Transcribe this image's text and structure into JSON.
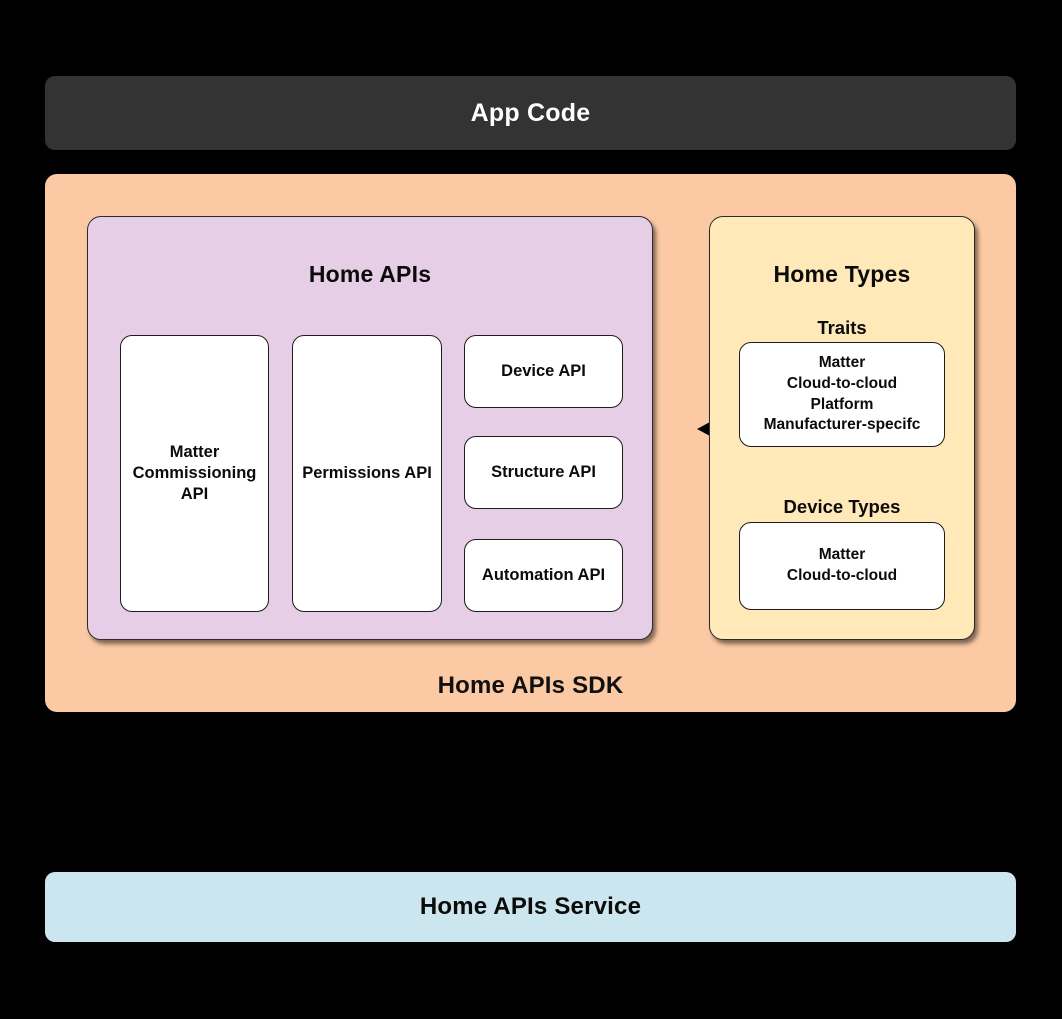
{
  "diagram": {
    "title": "Home APIs SDK architecture",
    "background_color": "#000000",
    "app_code": {
      "label": "App Code",
      "background_color": "#333333",
      "text_color": "#ffffff"
    },
    "sdk": {
      "caption": "Home APIs SDK",
      "background_color": "#fbc9a4"
    },
    "home_apis": {
      "title": "Home APIs",
      "background_color": "#e6cfe6",
      "cards": [
        {
          "id": "matter-commissioning-api",
          "label": "Matter\nCommissioning\nAPI"
        },
        {
          "id": "permissions-api",
          "label": "Permissions API"
        },
        {
          "id": "device-api",
          "label": "Device API"
        },
        {
          "id": "structure-api",
          "label": "Structure API"
        },
        {
          "id": "automation-api",
          "label": "Automation API"
        }
      ]
    },
    "home_types": {
      "title": "Home Types",
      "background_color": "#ffe9b8",
      "sections": [
        {
          "id": "traits",
          "heading": "Traits",
          "items": "Matter\nCloud-to-cloud\nPlatform\nManufacturer-specifc"
        },
        {
          "id": "device-types",
          "heading": "Device Types",
          "items": "Matter\nCloud-to-cloud"
        }
      ]
    },
    "connector": {
      "icon": "double-headed-arrow",
      "color": "#000000"
    },
    "service": {
      "label": "Home APIs Service",
      "background_color": "#cbe6ef",
      "text_color": "#0b0b0b"
    }
  }
}
